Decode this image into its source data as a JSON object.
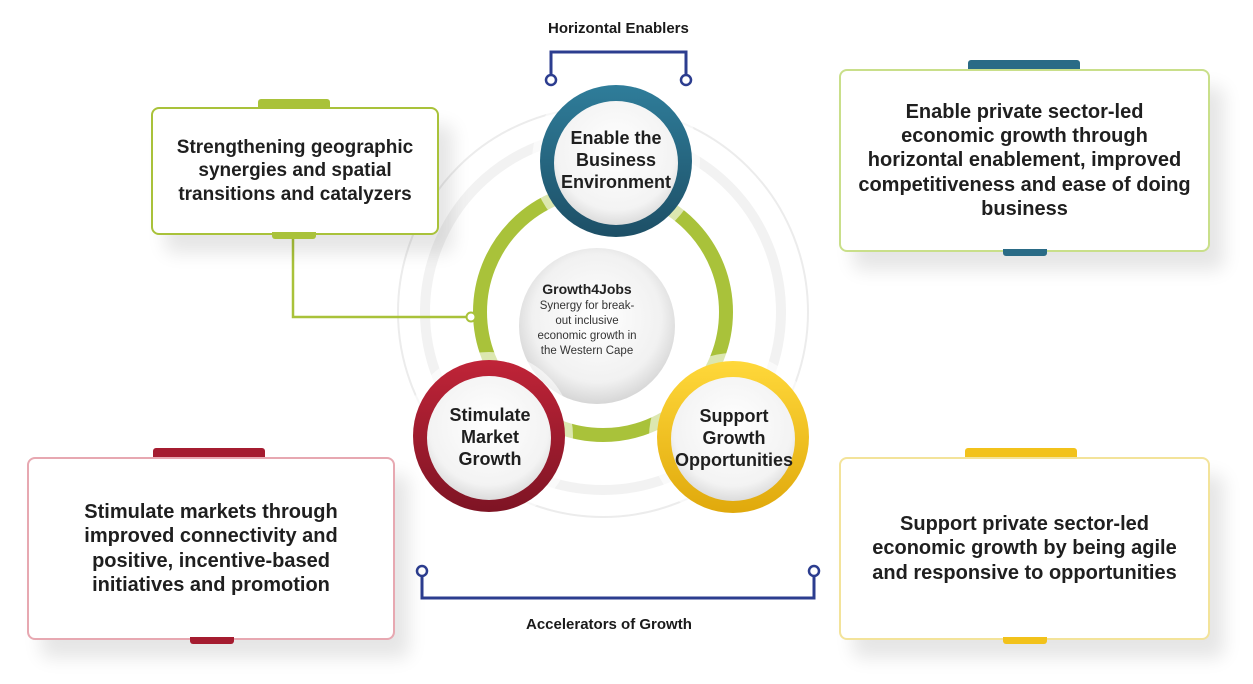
{
  "labels": {
    "top_bracket": "Horizontal Enablers",
    "bottom_bracket": "Accelerators of Growth"
  },
  "center": {
    "title": "Growth4Jobs",
    "subtitle": "Synergy for break-out inclusive economic growth in the Western Cape"
  },
  "circles": {
    "enable": "Enable the Business Environment",
    "stimulate": "Stimulate Market Growth",
    "support": "Support Growth Opportunities"
  },
  "cards": {
    "geographic": "Strengthening geographic synergies and spatial transitions and catalyzers",
    "enable": "Enable private sector-led economic growth through horizontal enablement, improved competitiveness and ease of doing business",
    "stimulate": "Stimulate markets through improved connectivity and positive, incentive-based initiatives and promotion",
    "support": "Support private sector-led economic growth by being agile and responsive to opportunities"
  },
  "colors": {
    "green": "#a9c23a",
    "blue": "#2a6b86",
    "red": "#a51c30",
    "yellow": "#f2c21b",
    "navy": "#2c3d8f"
  }
}
